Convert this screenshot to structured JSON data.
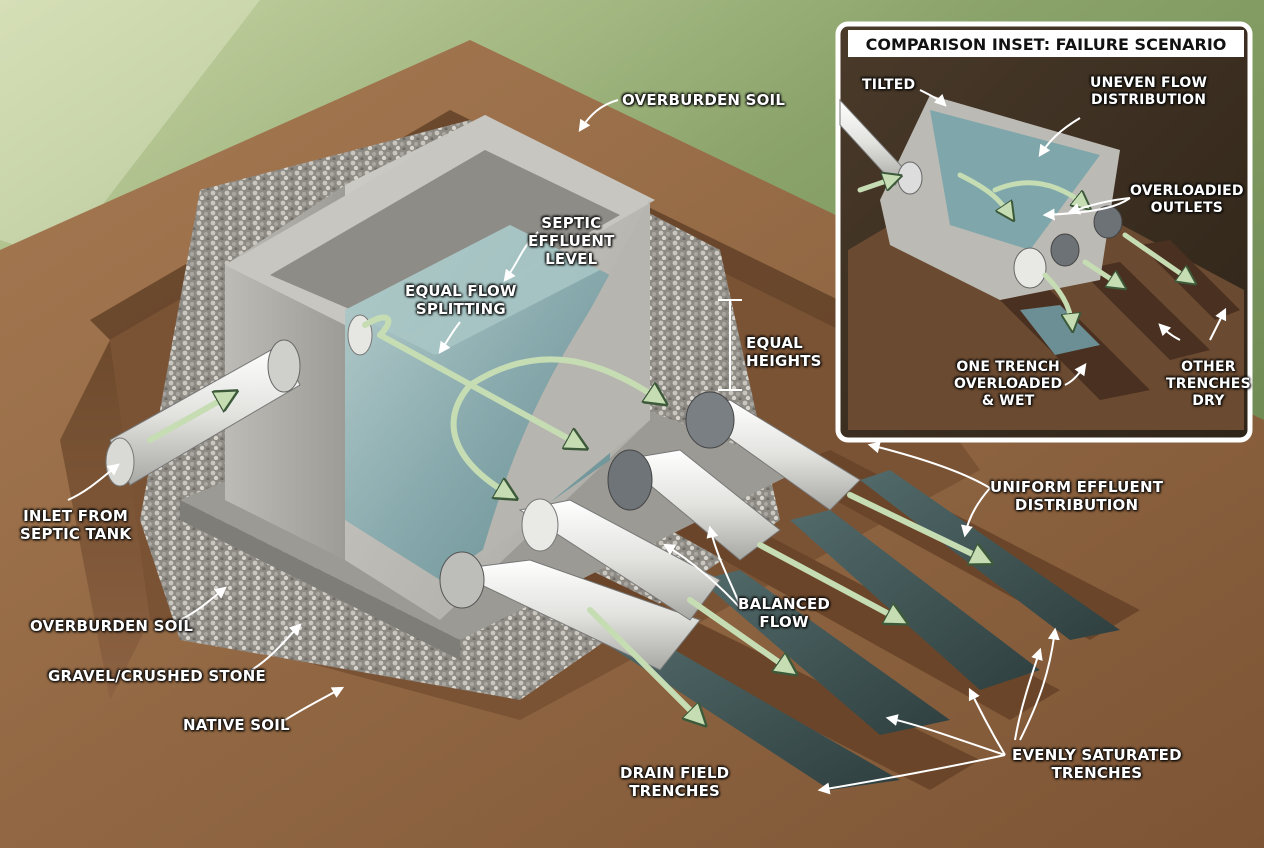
{
  "labels": {
    "overburden_top": "OVERBURDEN SOIL",
    "septic_effluent_level": "SEPTIC\nEFFLUENT\nLEVEL",
    "equal_flow_splitting": "EQUAL FLOW\nSPLITTING",
    "equal_heights": "EQUAL\nHEIGHTS",
    "inlet": "INLET FROM\nSEPTIC TANK",
    "overburden_left": "OVERBURDEN SOIL",
    "gravel": "GRAVEL/CRUSHED STONE",
    "native_soil": "NATIVE SOIL",
    "balanced_flow": "BALANCED\nFLOW",
    "uniform_distribution": "UNIFORM EFFLUENT\nDISTRIBUTION",
    "drain_field": "DRAIN FIELD\nTRENCHES",
    "evenly_saturated": "EVENLY SATURATED\nTRENCHES"
  },
  "inset": {
    "title": "COMPARISON INSET: FAILURE SCENARIO",
    "tilted": "TILTED",
    "uneven_flow": "UNEVEN FLOW\nDISTRIBUTION",
    "overloaded_outlets": "OVERLOADIED\nOUTLETS",
    "one_trench": "ONE TRENCH\nOVERLOADED\n& WET",
    "other_trenches": "OTHER\nTRENCHES\nDRY"
  },
  "colors": {
    "grass": "#7f9a5e",
    "soil": "#8b5e3b",
    "concrete": "#b8b6b0",
    "water": "#8fb3b6",
    "pipe": "#e8e8e6",
    "flow_arrow": "#b9d3a8"
  }
}
